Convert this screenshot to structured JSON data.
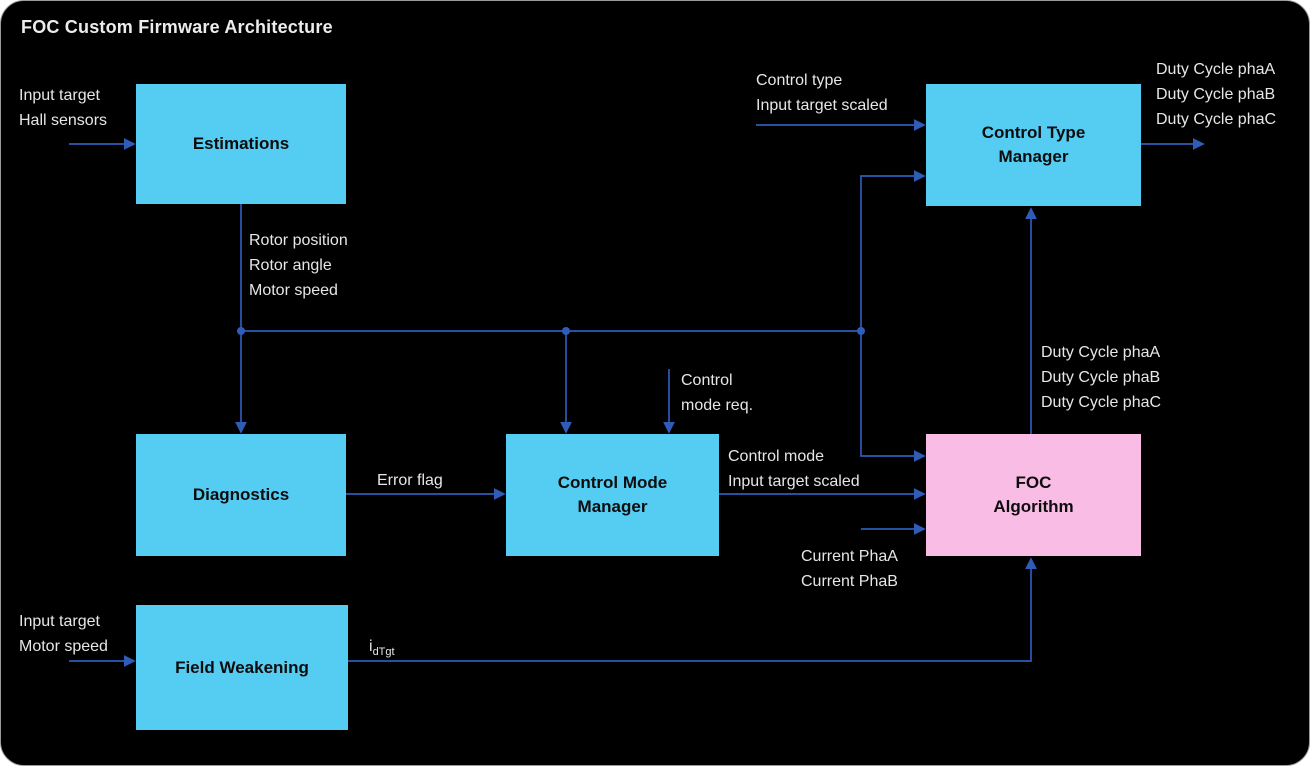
{
  "title": "FOC Custom Firmware Architecture",
  "colors": {
    "background": "#000000",
    "box_cyan": "#55CCF2",
    "box_pink": "#F9BCE4",
    "connector_blue": "#2E5CB8",
    "label_gray": "#E6E6E6"
  },
  "blocks": {
    "estimations": {
      "lines": [
        "Estimations"
      ]
    },
    "control_type_manager": {
      "lines": [
        "Control Type",
        "Manager"
      ]
    },
    "diagnostics": {
      "lines": [
        "Diagnostics"
      ]
    },
    "control_mode_manager": {
      "lines": [
        "Control Mode",
        "Manager"
      ]
    },
    "foc_algorithm": {
      "lines": [
        "FOC",
        "Algorithm"
      ]
    },
    "field_weakening": {
      "lines": [
        "Field Weakening"
      ]
    }
  },
  "edge_labels": {
    "estimations_in": [
      "Input target",
      "Hall sensors"
    ],
    "estimations_out": [
      "Rotor position",
      "Rotor angle",
      "Motor speed"
    ],
    "control_type_in": [
      "Control type",
      "Input target scaled"
    ],
    "duty_cycle_out": [
      "Duty Cycle phaA",
      "Duty Cycle phaB",
      "Duty Cycle phaC"
    ],
    "duty_cycle_mid": [
      "Duty Cycle phaA",
      "Duty Cycle phaB",
      "Duty Cycle phaC"
    ],
    "control_mode_req": [
      "Control",
      "mode req."
    ],
    "error_flag": "Error flag",
    "control_mode_out": [
      "Control mode",
      "Input target scaled"
    ],
    "current_in": [
      "Current PhaA",
      "Current PhaB"
    ],
    "field_weakening_in": [
      "Input target",
      "Motor speed"
    ],
    "id_target": {
      "base": "i",
      "subscript": "dTgt"
    }
  }
}
